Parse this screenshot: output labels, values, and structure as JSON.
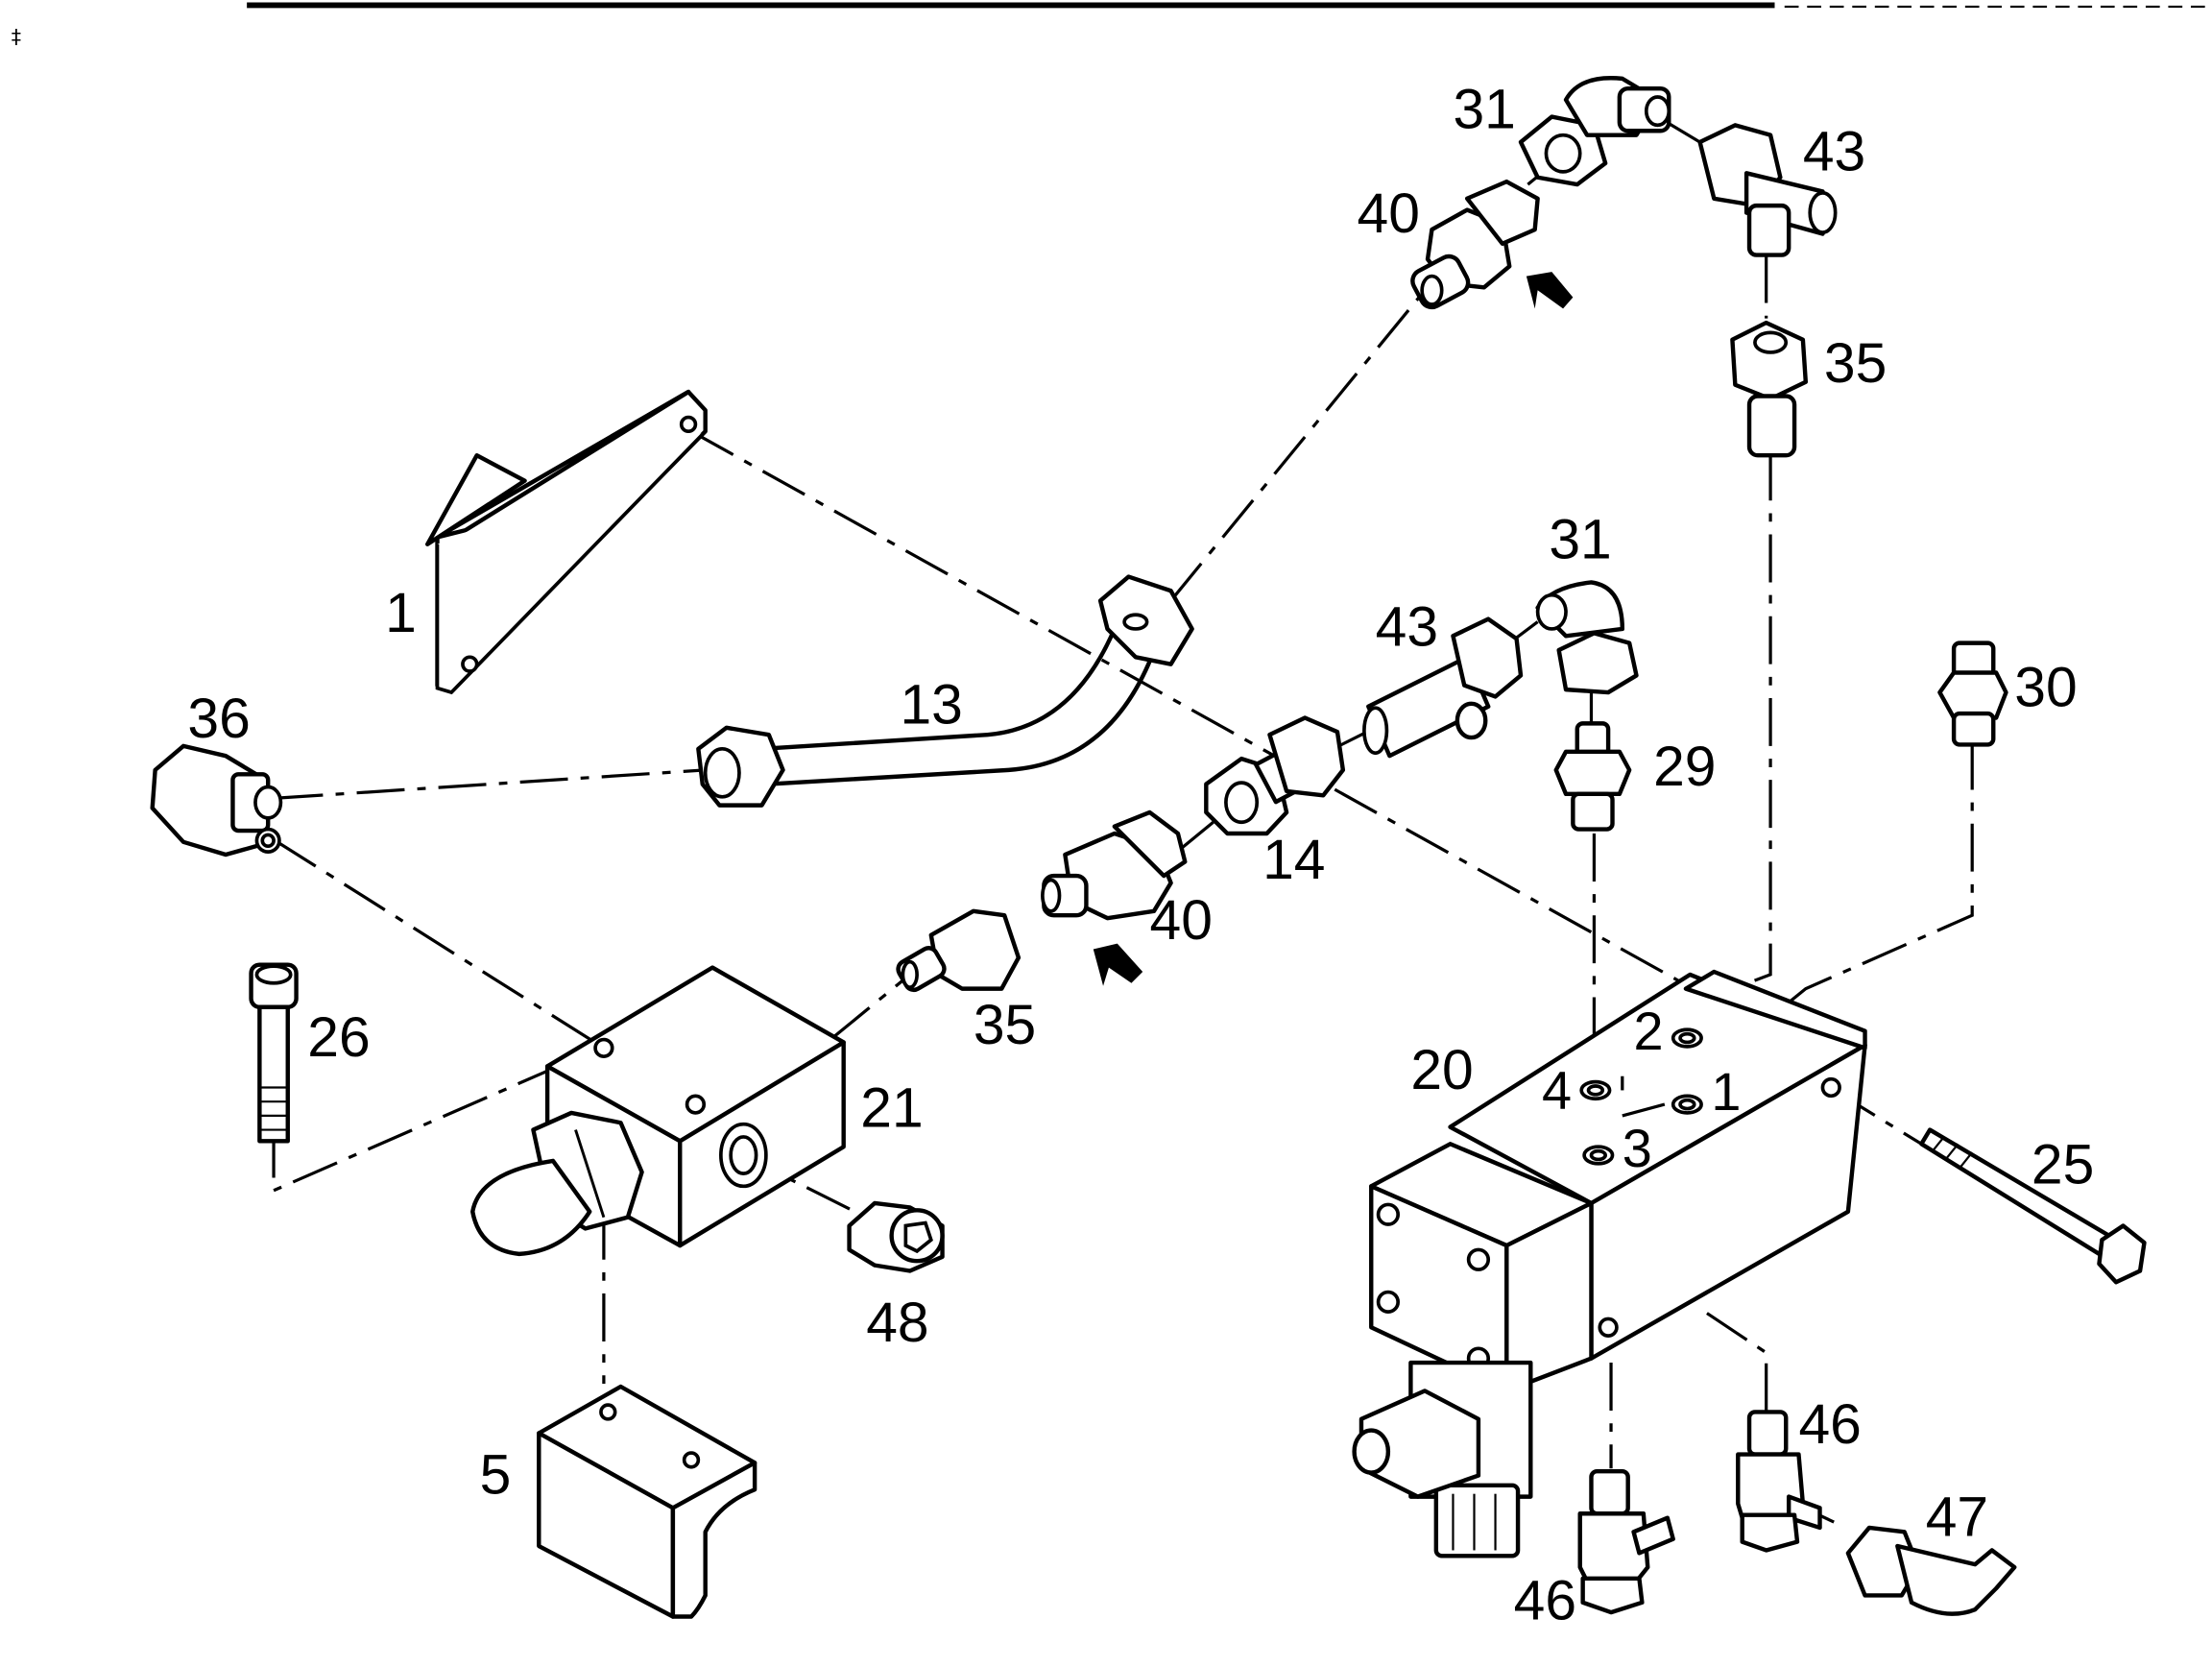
{
  "callouts": {
    "c1": "1",
    "c5": "5",
    "c13": "13",
    "c14": "14",
    "c20": "20",
    "c21": "21",
    "c25": "25",
    "c26": "26",
    "c29": "29",
    "c30": "30",
    "c31_top": "31",
    "c31_mid": "31",
    "c35_top": "35",
    "c35_mid": "35",
    "c36": "36",
    "c40_top": "40",
    "c40_mid": "40",
    "c43_top": "43",
    "c43_mid": "43",
    "c46_left": "46",
    "c46_right": "46",
    "c47": "47",
    "c48": "48"
  },
  "ports": {
    "p1": "1",
    "p2": "2",
    "p3": "3",
    "p4": "4"
  },
  "colors": {
    "line": "#000000",
    "background": "#ffffff"
  }
}
